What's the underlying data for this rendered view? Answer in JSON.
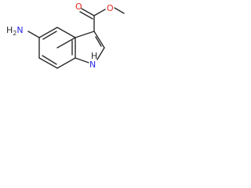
{
  "molecule": {
    "atoms": {
      "amine": {
        "base": "H",
        "subscript": "2",
        "element": "N"
      },
      "ring_nh": {
        "top": "H",
        "element": "N"
      },
      "carbonyl_o": "O",
      "ester_o": "O"
    },
    "colors": {
      "bond": "#2a2a2a",
      "nitrogen": "#2a2ae8",
      "oxygen": "#e8281e"
    }
  }
}
